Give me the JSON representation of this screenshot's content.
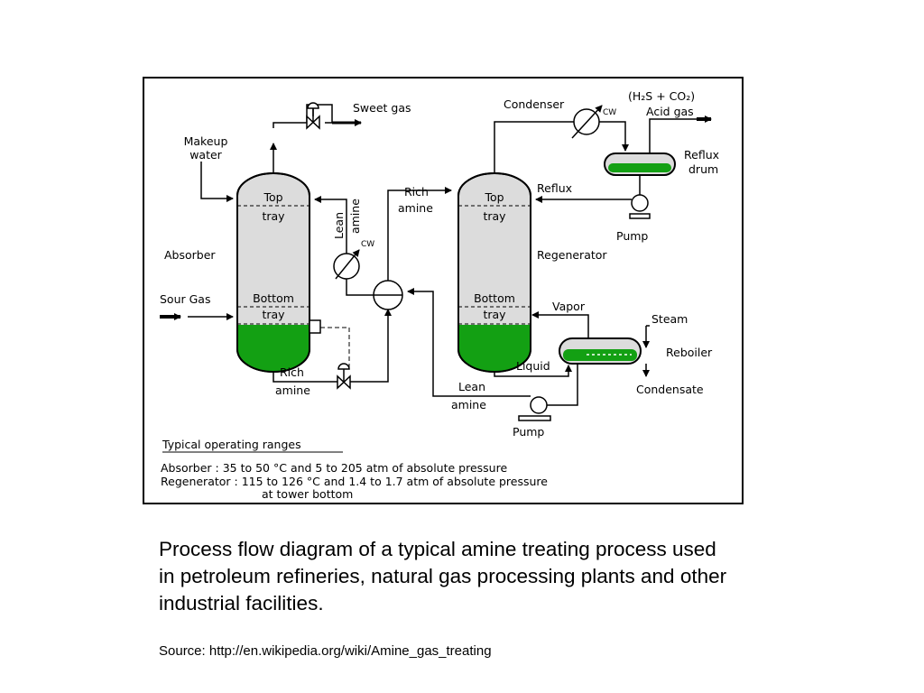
{
  "diagram": {
    "labels": {
      "sweet_gas": "Sweet gas",
      "makeup_water_1": "Makeup",
      "makeup_water_2": "water",
      "absorber": "Absorber",
      "sour_gas": "Sour Gas",
      "abs_top_1": "Top",
      "abs_top_2": "tray",
      "abs_bottom_1": "Bottom",
      "abs_bottom_2": "tray",
      "abs_rich_1": "Rich",
      "abs_rich_2": "amine",
      "lean_amine_1": "Lean",
      "lean_amine_2": "amine",
      "cw_lean": "CW",
      "reg_rich_1": "Rich",
      "reg_rich_2": "amine",
      "condenser": "Condenser",
      "cw_cond": "CW",
      "acid_formula": "(H₂S + CO₂)",
      "acid_gas": "Acid gas",
      "reflux_drum_1": "Reflux",
      "reflux_drum_2": "drum",
      "reflux": "Reflux",
      "pump_reflux": "Pump",
      "reg_top_1": "Top",
      "reg_top_2": "tray",
      "regenerator": "Regenerator",
      "reg_bottom_1": "Bottom",
      "reg_bottom_2": "tray",
      "vapor": "Vapor",
      "steam": "Steam",
      "reboiler": "Reboiler",
      "liquid": "Liquid",
      "condensate": "Condensate",
      "lean_bottom_1": "Lean",
      "lean_bottom_2": "amine",
      "pump_lean": "Pump",
      "ranges_title": "Typical operating ranges",
      "ranges_absorber": "Absorber :  35 to 50 °C and 5 to 205 atm of absolute pressure",
      "ranges_regenerator": "Regenerator :  115 to 126 °C and 1.4  to 1.7 atm of absolute pressure",
      "ranges_regenerator_2": "at tower bottom"
    },
    "colors": {
      "liquid": "#13a013",
      "vessel": "#dcdcdc",
      "line": "#000000"
    }
  },
  "caption": "Process flow diagram of a typical amine treating process used in petroleum refineries, natural gas processing plants and other industrial facilities.",
  "source": "Source: http://en.wikipedia.org/wiki/Amine_gas_treating"
}
